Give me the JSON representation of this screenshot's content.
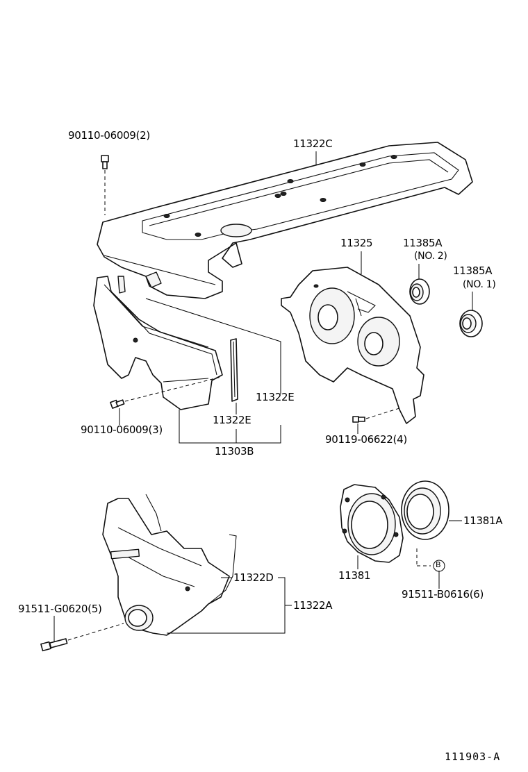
{
  "parts": {
    "cover_no2": "11322C",
    "bolt_top": "90110-06009(2)",
    "rear_plate": "11325",
    "oil_seal_no2": "11385A",
    "oil_seal_no2_note": "(NO. 2)",
    "oil_seal_no1": "11385A",
    "oil_seal_no1_note": "(NO. 1)",
    "gasket_e_right": "11322E",
    "gasket_e_center": "11322E",
    "bolt_mid": "90110-06009(3)",
    "cover_assy": "11303B",
    "bolt_right": "90119-06622(4)",
    "retainer_seal": "11381A",
    "retainer": "11381",
    "bolt_b": "91511-B0616(6)",
    "circle_marker": "B",
    "gasket_d": "11322D",
    "cover_no1": "11322A",
    "bolt_left": "91511-G0620(5)"
  },
  "figure_ref": "111903-A"
}
